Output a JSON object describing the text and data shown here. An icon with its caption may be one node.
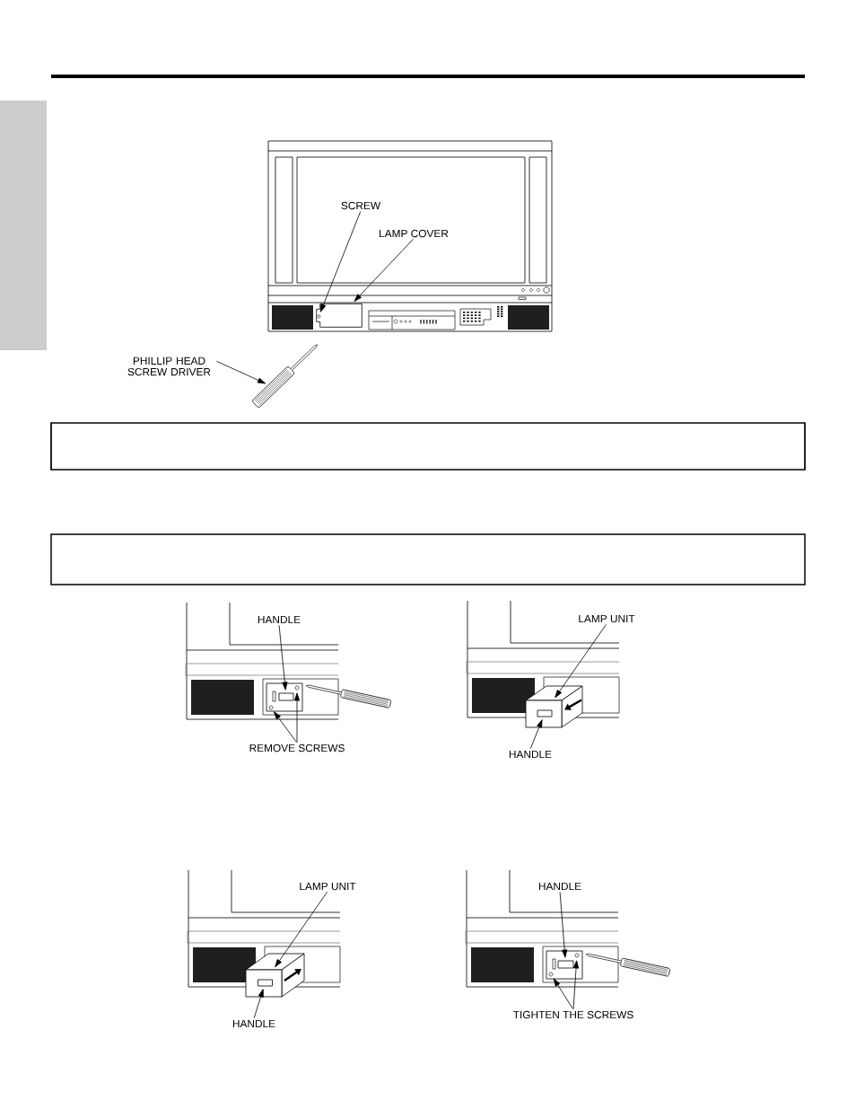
{
  "diagram": {
    "nodes": [
      {
        "text": [],
        "shape": "bar"
      },
      {
        "text": [
          "SCREW"
        ]
      },
      {
        "text": [
          "LAMP COVER"
        ]
      },
      {
        "text": [],
        "shape": "box"
      },
      {
        "text": [],
        "shape": "circle",
        "in": 3
      },
      {
        "text": [
          "PHILLIP HEAD SCREW DRIVER"
        ]
      },
      {
        "text": [],
        "shape": "picture"
      },
      {
        "text": [
          "HANDLE"
        ]
      },
      {
        "text": [],
        "shape": "box"
      },
      {
        "text": [
          "REMOVE SCREWS"
        ]
      },
      {
        "text": [],
        "shape": "circle"
      },
      {
        "text": [],
        "shape": "circle"
      },
      {
        "text": [
          "LAMP UNIT"
        ]
      },
      {
        "text": [],
        "shape": "box"
      },
      {
        "text": [],
        "shape": "box",
        "in": 13
      },
      {
        "text": [
          "HANDLE"
        ]
      },
      {
        "text": [
          "LAMP UNIT"
        ]
      },
      {
        "text": [],
        "shape": "box"
      },
      {
        "text": [],
        "shape": "box",
        "in": 17
      },
      {
        "text": [
          "HANDLE"
        ]
      },
      {
        "text": [
          "HANDLE"
        ]
      },
      {
        "text": [],
        "shape": "box"
      },
      {
        "text": [
          "TIGHTEN THE SCREWS"
        ]
      },
      {
        "text": [],
        "shape": "circle"
      },
      {
        "text": [],
        "shape": "circle"
      }
    ],
    "edges": [
      {
        "from": 1,
        "to": 4,
        "arrow": "to"
      },
      {
        "from": 2,
        "to": 3,
        "arrow": "to"
      },
      {
        "from": 5,
        "to": 6,
        "arrow": "to"
      },
      {
        "from": 7,
        "to": 8,
        "arrow": "to"
      },
      {
        "from": 9,
        "to": 10,
        "arrow": "to"
      },
      {
        "from": 9,
        "to": 11,
        "arrow": "to"
      },
      {
        "from": 12,
        "to": 13,
        "arrow": "to"
      },
      {
        "from": 15,
        "to": 14,
        "arrow": "to"
      },
      {
        "from": 16,
        "to": 17,
        "arrow": "to"
      },
      {
        "from": 19,
        "to": 18,
        "arrow": "to"
      },
      {
        "from": 20,
        "to": 21,
        "arrow": "to"
      },
      {
        "from": 22,
        "to": 23,
        "arrow": "to"
      },
      {
        "from": 22,
        "to": 24,
        "arrow": "to"
      }
    ]
  }
}
